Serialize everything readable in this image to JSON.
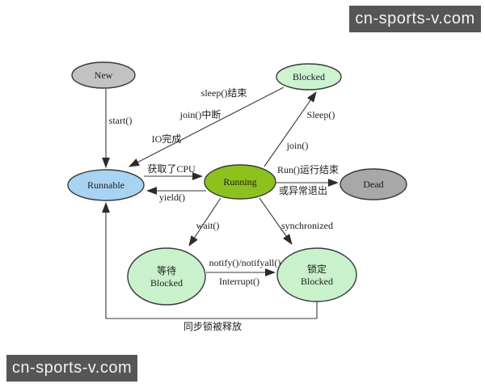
{
  "watermarks": {
    "bg_color": "#565656",
    "text_color": "#f2f2f2",
    "top": {
      "text": "cn-sports-v.com"
    },
    "bottom": {
      "text": "cn-sports-v.com"
    }
  },
  "diagram": {
    "type": "thread-state-diagram",
    "line_color": "#3a3a3a",
    "nodes": {
      "new": {
        "label": "New",
        "color": "#c2c2c2"
      },
      "blocked": {
        "label": "Blocked",
        "color": "#cdf3d0"
      },
      "runnable": {
        "label": "Runnable",
        "color": "#a9d3f2"
      },
      "running": {
        "label": "Running",
        "color": "#8dc21e"
      },
      "dead": {
        "label": "Dead",
        "color": "#a8a8a8"
      },
      "wait_blocked": {
        "label_zh": "等待",
        "label_en": "Blocked",
        "color": "#c9f2cc"
      },
      "lock_blocked": {
        "label_zh": "锁定",
        "label_en": "Blocked",
        "color": "#c9f2cc"
      }
    },
    "edges": {
      "start": "start()",
      "sleep_end": "sleep()结束",
      "join_interrupt": "join()中断",
      "io_done": "IO完成",
      "got_cpu": "获取了CPU",
      "yield": "yield()",
      "sleep": "Sleep()",
      "join": "join()",
      "run_end": "Run()运行结束",
      "abnormal_exit": "或异常退出",
      "wait": "wait()",
      "synchronized": "synchronized",
      "notify": "notify()/notifyall()",
      "interrupt": "Interrupt()",
      "lock_released": "同步锁被释放"
    }
  }
}
